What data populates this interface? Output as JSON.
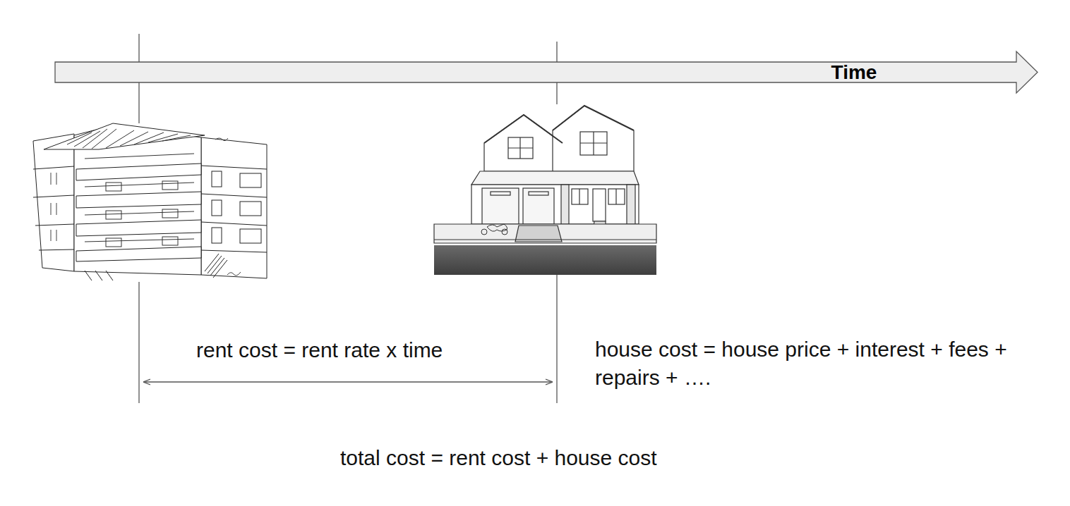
{
  "diagram": {
    "nodes": [
      {
        "text": [
          "Time"
        ]
      }
    ],
    "labels": [
      "rent cost = rent rate x time",
      "house cost = house price + interest + fees + repairs + ….",
      "total cost = rent cost + house cost"
    ]
  }
}
